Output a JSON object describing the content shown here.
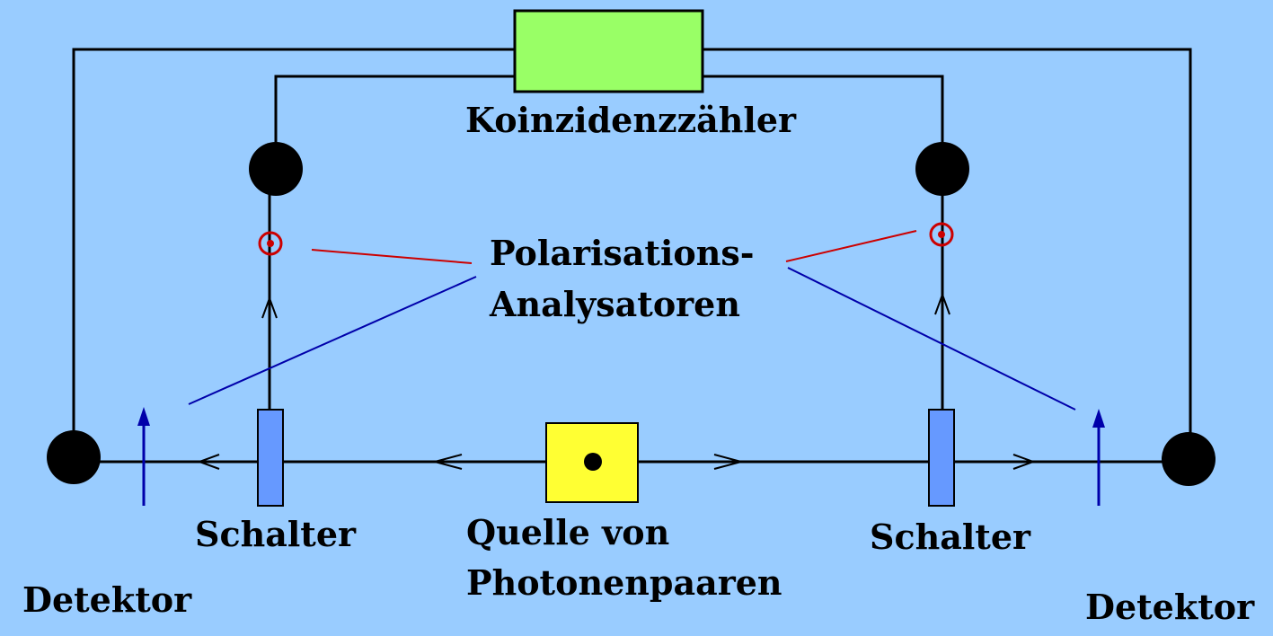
{
  "labels": {
    "counter": "Koinzidenzzähler",
    "analyzers_line1": "Polarisations-",
    "analyzers_line2": "Analysatoren",
    "switch_left": "Schalter",
    "switch_right": "Schalter",
    "source_line1": "Quelle von",
    "source_line2": "Photonenpaaren",
    "detector_left": "Detektor",
    "detector_right": "Detektor"
  },
  "colors": {
    "background": "#99ccff",
    "wire": "#000000",
    "counter_box": "#99ff66",
    "source_box": "#ffff33",
    "switch": "#6699ff",
    "analyzer_red": "#cc0000",
    "analyzer_blue": "#0000aa"
  }
}
